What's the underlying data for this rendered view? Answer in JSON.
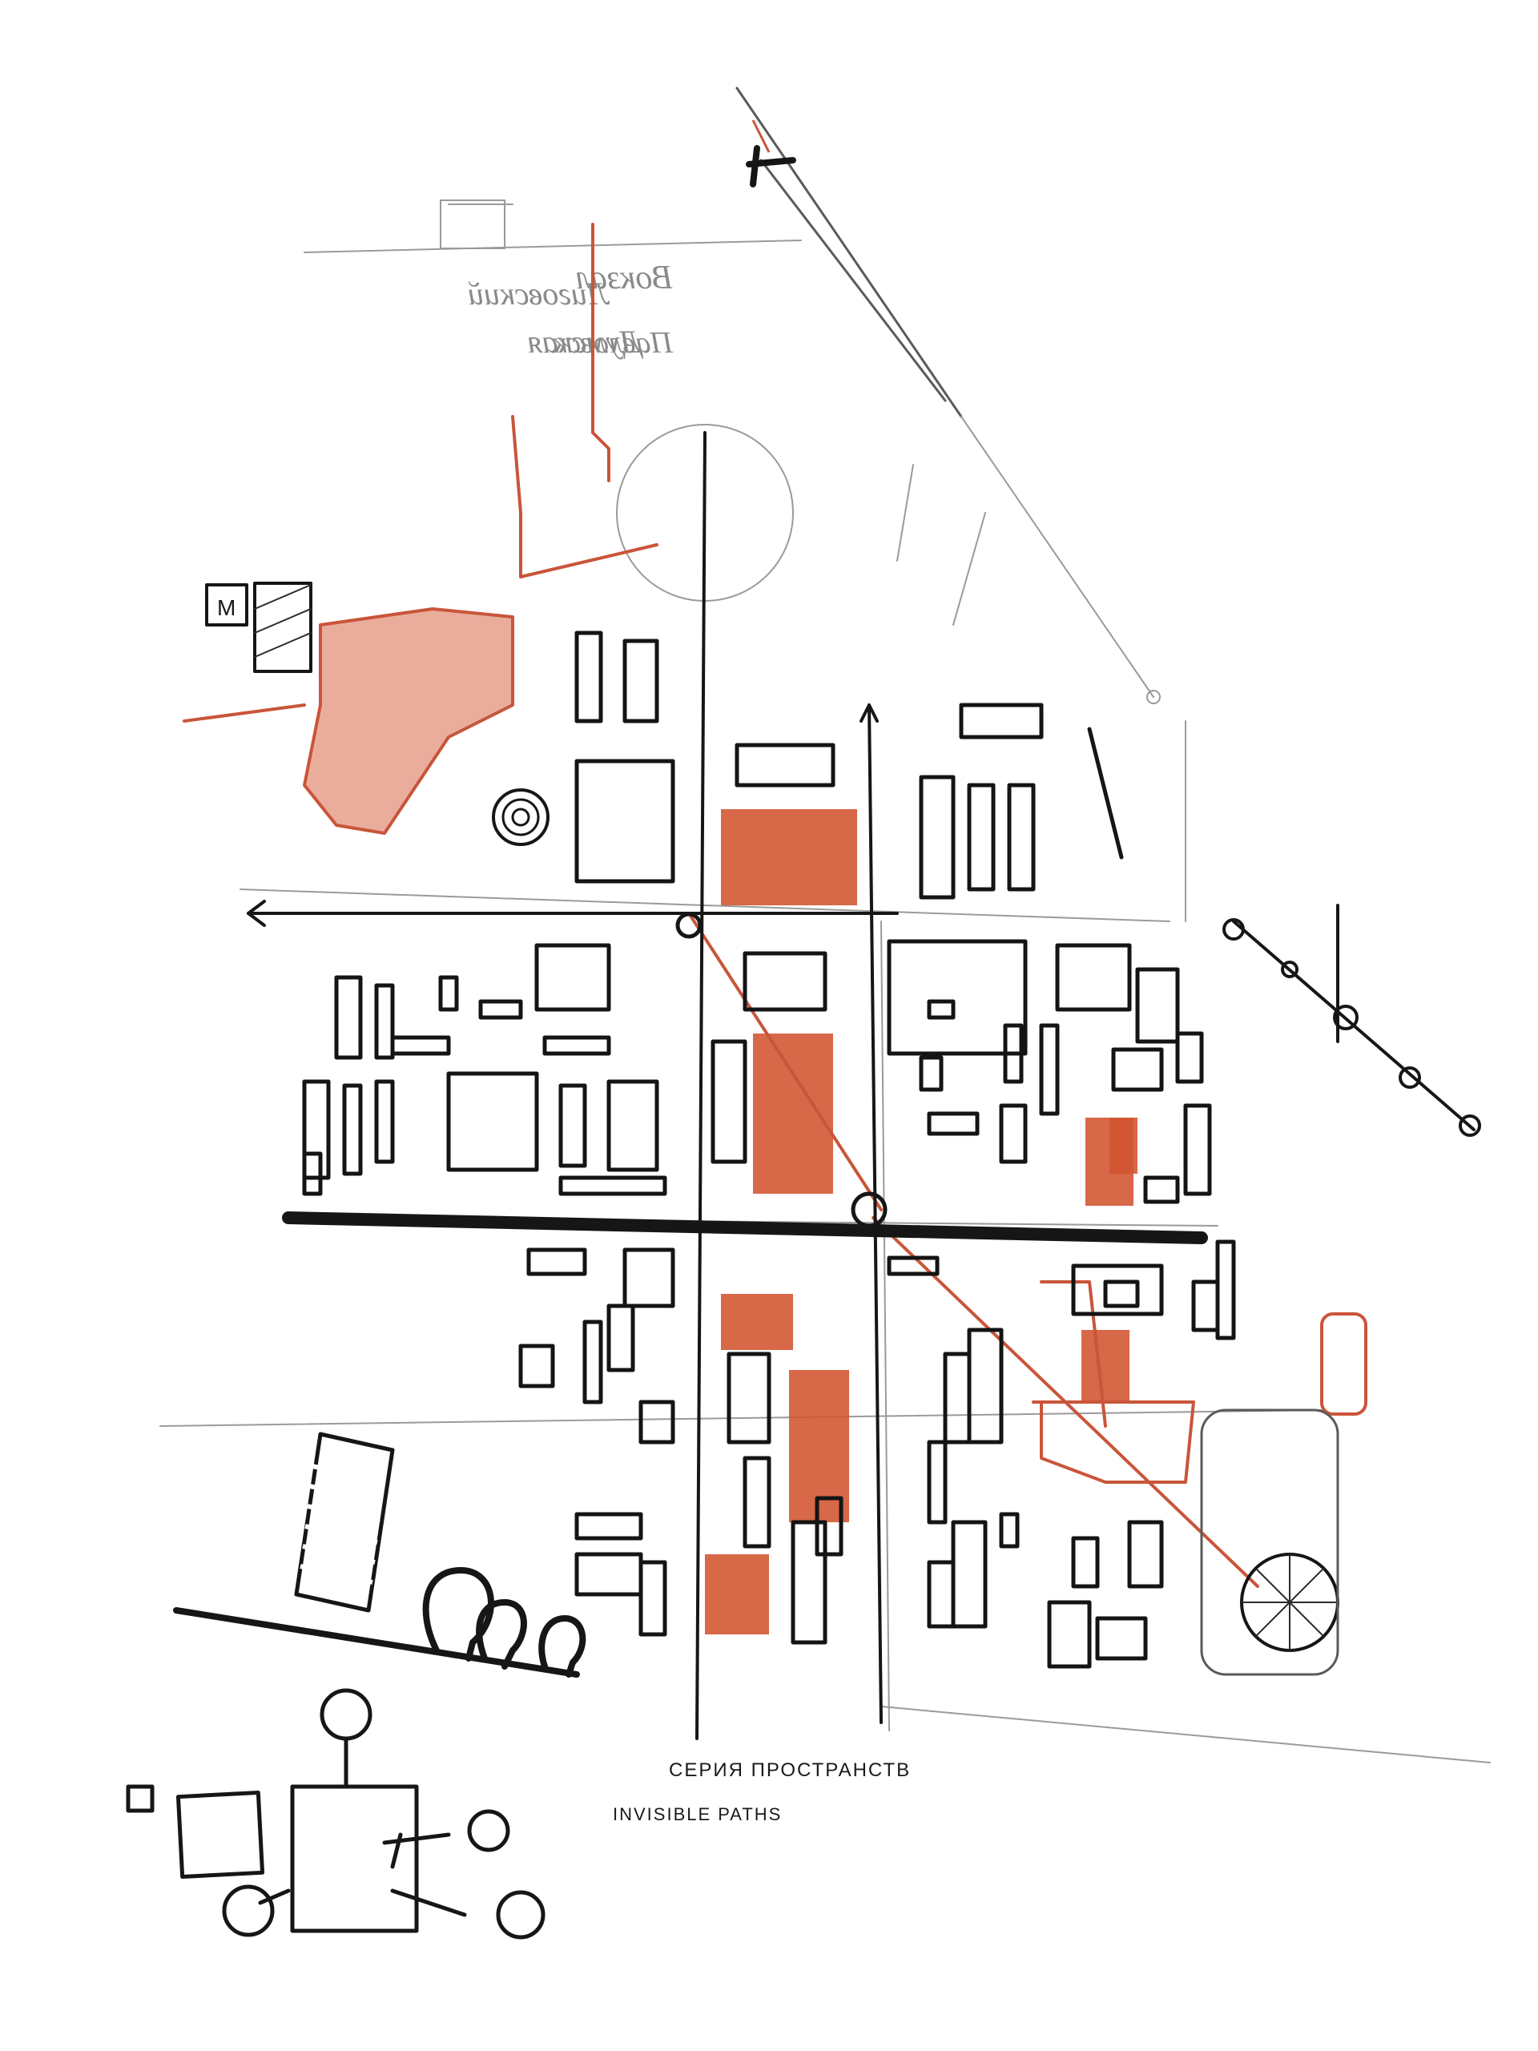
{
  "drawing": {
    "caption_title": "Серия пространств",
    "caption_subtitle": "Invisible paths",
    "metro_marker": "M",
    "pencil_note_top": "Лиговский",
    "pencil_note_mid": "Вокзал",
    "pencil_note_right": "Думская",
    "pencil_note_left": "Павловск"
  },
  "colors": {
    "ink": "#161616",
    "accent_red": "#d2532f",
    "pencil": "#9a9a9a",
    "paper": "#ffffff"
  }
}
